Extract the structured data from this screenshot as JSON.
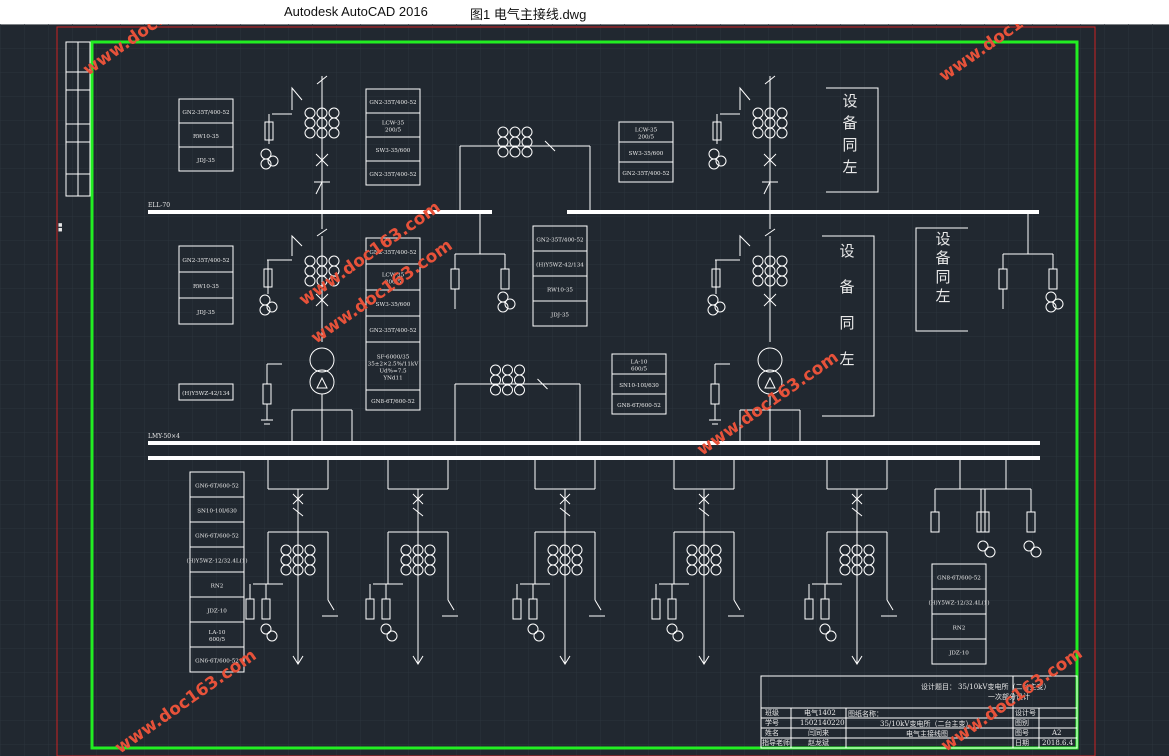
{
  "window": {
    "app_name": "Autodesk AutoCAD 2016",
    "file_title": "图1 电气主接线.dwg"
  },
  "colors": {
    "background": "#212830",
    "grid": "#2c343d",
    "drawing": "#ffffff",
    "frame_red": "#cc2222",
    "frame_green": "#22ee22",
    "watermark": "#e7523a"
  },
  "buses": {
    "bus_35kv_label": "ELL-70",
    "bus_10kv_label": "LMY-50×4"
  },
  "left_unit": {
    "top_table": [
      "GN2-35T/400-52",
      "RW10-35",
      "JDJ-35"
    ],
    "top_right_table": [
      "GN2-35T/400-52",
      "LCW-35\n200/5",
      "SW3-35/600",
      "GN2-35T/400-52"
    ],
    "mid_table": [
      "GN2-35T/400-52",
      "RW10-35",
      "JDJ-35"
    ],
    "mid_right_table": [
      "GN2-35T/400-52",
      "LCW-35\n200/5",
      "SW3-35/600",
      "GN2-35T/400-52",
      "SF-6000/35\n35±2×2.5%/11kV\nUd%=7.5\nYNd11",
      "GN8-6T/600-52"
    ],
    "arrester_label": "(H)Y5WZ-42/134"
  },
  "tie_unit": {
    "top_table": [
      "LCW-35\n200/5",
      "SW3-35/600",
      "GN2-35T/400-52"
    ],
    "center_table": [
      "GN2-35T/400-52",
      "(H)Y5WZ-42/134",
      "RW10-35",
      "JDJ-35"
    ],
    "lower_table": [
      "LA-10\n600/5",
      "SN10-10I/630",
      "GN8-6T/600-52"
    ]
  },
  "same_as_left_boxes": [
    [
      "设",
      "备",
      "同",
      "左"
    ],
    [
      "设",
      "备",
      "同",
      "左"
    ],
    [
      "设",
      "备",
      "同",
      "左"
    ]
  ],
  "feeder_table": [
    "GN6-6T/600-52",
    "SN10-10I/630",
    "GN6-6T/600-52",
    "(H)Y5WZ-12/32.4L(1)",
    "RN2",
    "JDZ-10",
    "LA-10\n600/5",
    "GN6-6T/600-52"
  ],
  "right_feeder_table": [
    "GN8-6T/600-52",
    "(H)Y5WZ-12/32.4L(1)",
    "RN2",
    "JDZ-10"
  ],
  "title_block": {
    "design_topic_label": "设计题目：",
    "design_topic": "35/10kV变电所（二台主变）",
    "design_topic_line2": "一次部分设计",
    "rows": [
      {
        "label": "班级",
        "value": "电气1402"
      },
      {
        "label": "学号",
        "value": "1502140220"
      },
      {
        "label": "姓名",
        "value": "闫同来"
      },
      {
        "label": "指导老师",
        "value": "赵龙斌"
      }
    ],
    "drawing_name_label": "图纸名称：",
    "drawing_name": "35/10kV变电所（二台主变）",
    "drawing_name_line2": "电气主接线图",
    "right_rows": [
      {
        "label": "设计号",
        "value": ""
      },
      {
        "label": "图别",
        "value": ""
      },
      {
        "label": "图号",
        "value": "A2"
      },
      {
        "label": "日期",
        "value": "2018.6.4"
      }
    ]
  },
  "watermark_text": "www.doc163.com"
}
